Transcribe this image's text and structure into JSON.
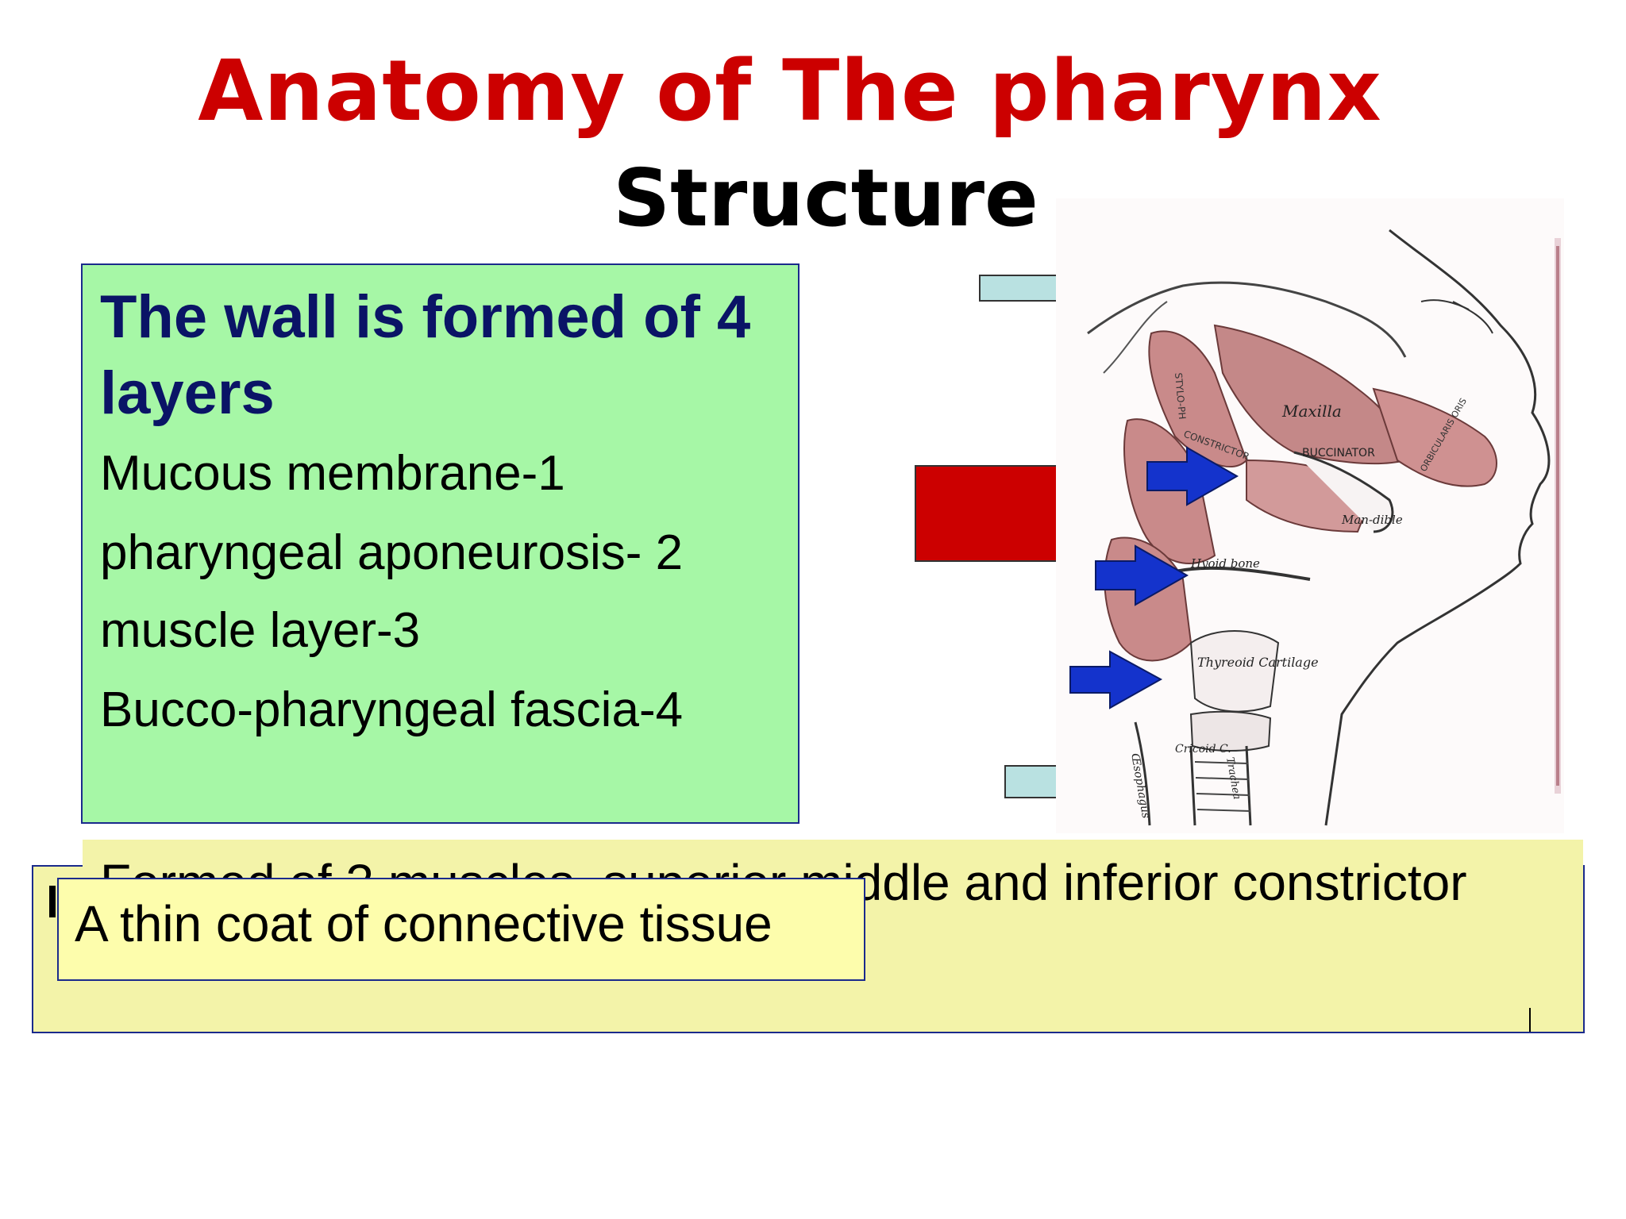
{
  "slide": {
    "title": "Anatomy of The pharynx",
    "subtitle": "Structure",
    "layers": {
      "heading": "The wall is formed of 4 layers",
      "items": [
        "Mucous membrane-1",
        "pharyngeal aponeurosis- 2",
        "muscle layer-3",
        "Bucco-pharyngeal fascia-4"
      ]
    },
    "muscles_note": "Formed of 3 muscles, superior middle and inferior constrictor",
    "connective_note": "A thin coat of connective tissue"
  },
  "figure": {
    "labels": [
      "Maxilla",
      "BUCCINATOR",
      "Man-dible",
      "Hyoid bone",
      "Thyreoid Cartilage",
      "Cricoid C.",
      "Œsophagus",
      "Trachea",
      "CONSTRICTOR",
      "STYLO-PH",
      "ORBICULARIS ORIS"
    ],
    "arrow_color": "#1433cc",
    "muscle_color": "#c98a8a"
  },
  "colors": {
    "title": "#cc0000",
    "green_box": "#a6f7a6",
    "yellow_box": "#f3f3a9",
    "red_block": "#cc0000",
    "cyan_block": "#b9e1e1"
  }
}
